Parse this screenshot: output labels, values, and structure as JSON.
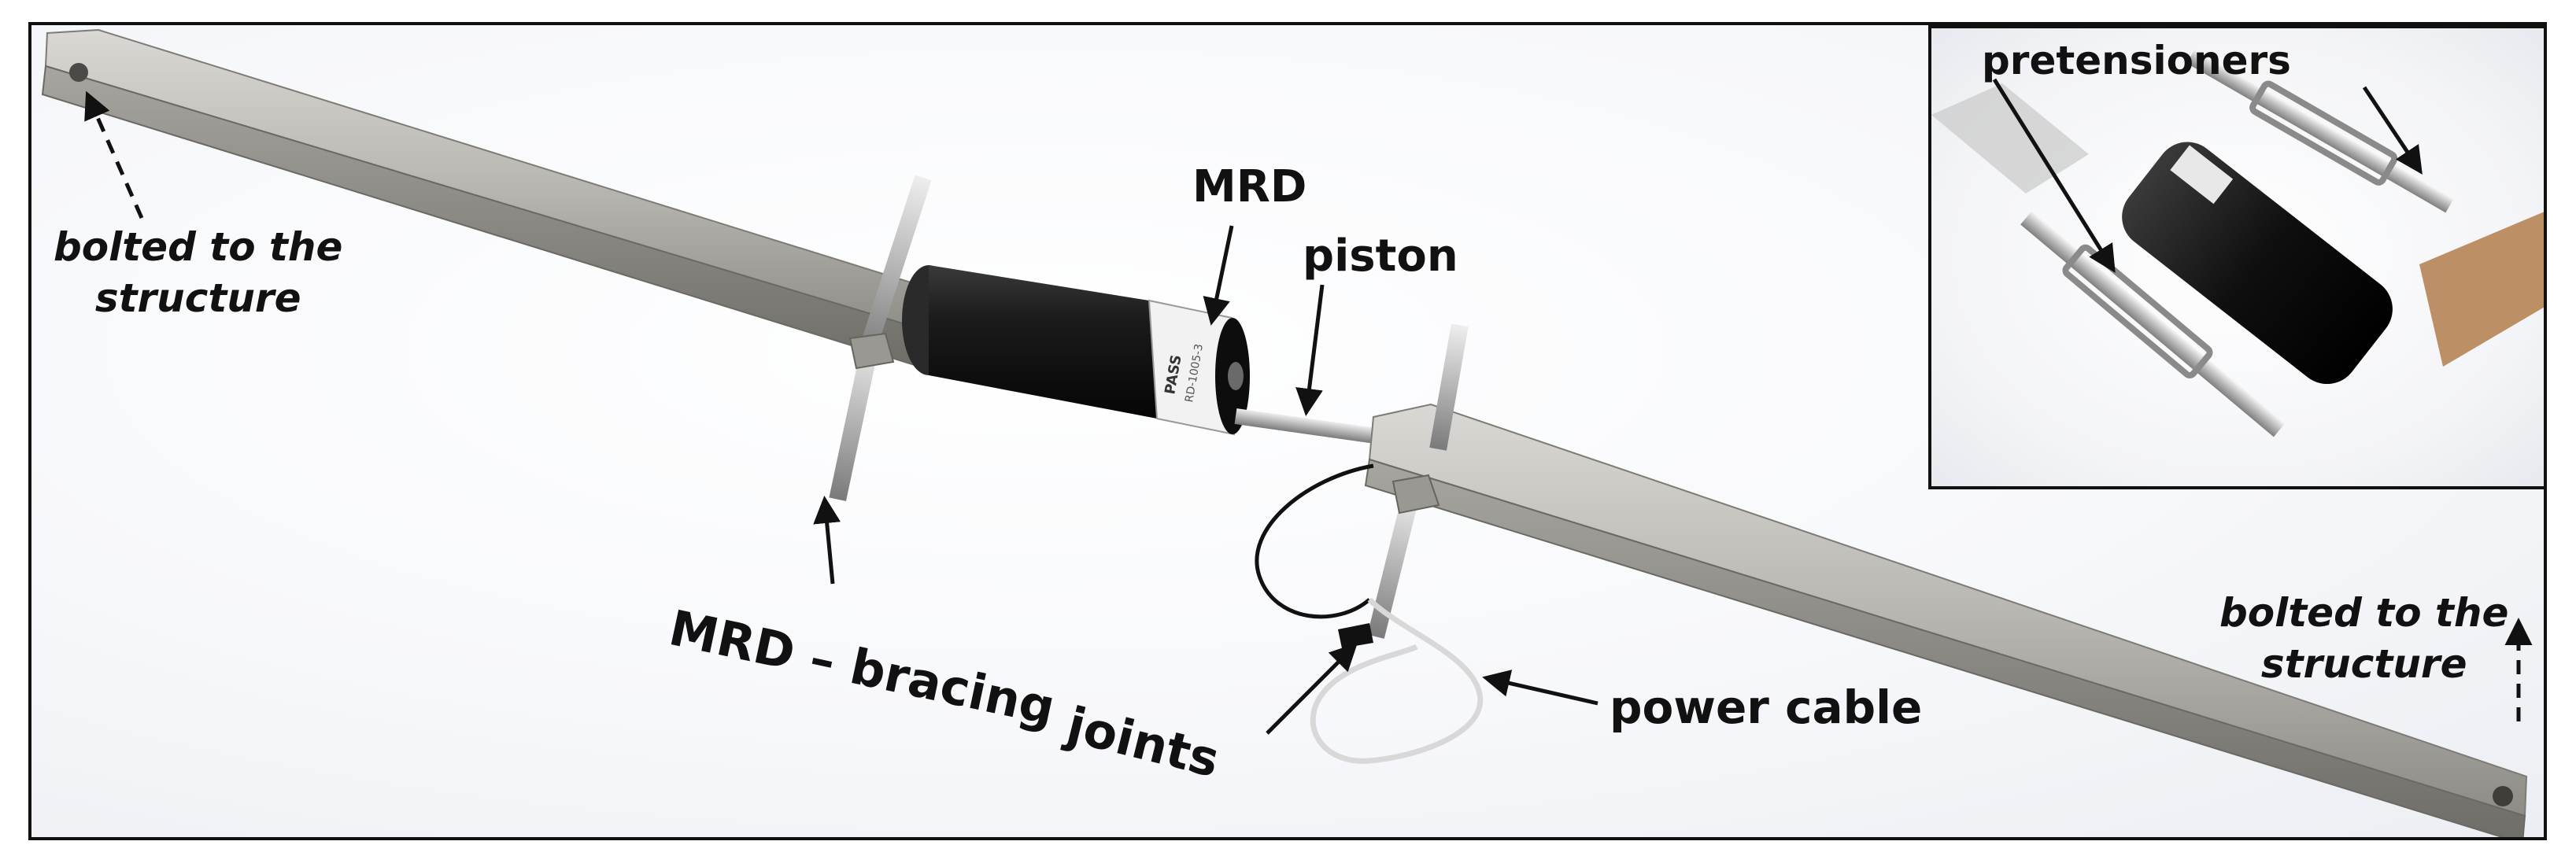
{
  "labels": {
    "left_mount": "bolted to the\nstructure",
    "mrd": "MRD",
    "piston": "piston",
    "joints_line1": "MRD – bracing",
    "joints_line2": "joints",
    "power_cable": "power cable",
    "right_mount": "bolted to the\nstructure",
    "pretensioners": "pretensioners"
  },
  "damper_label": {
    "line1": "PASS",
    "line2": "RD-1005-3"
  },
  "colors": {
    "border": "#111111",
    "steel": "#b9b7b1",
    "damper_body": "#141414",
    "label_text": "#111111"
  }
}
